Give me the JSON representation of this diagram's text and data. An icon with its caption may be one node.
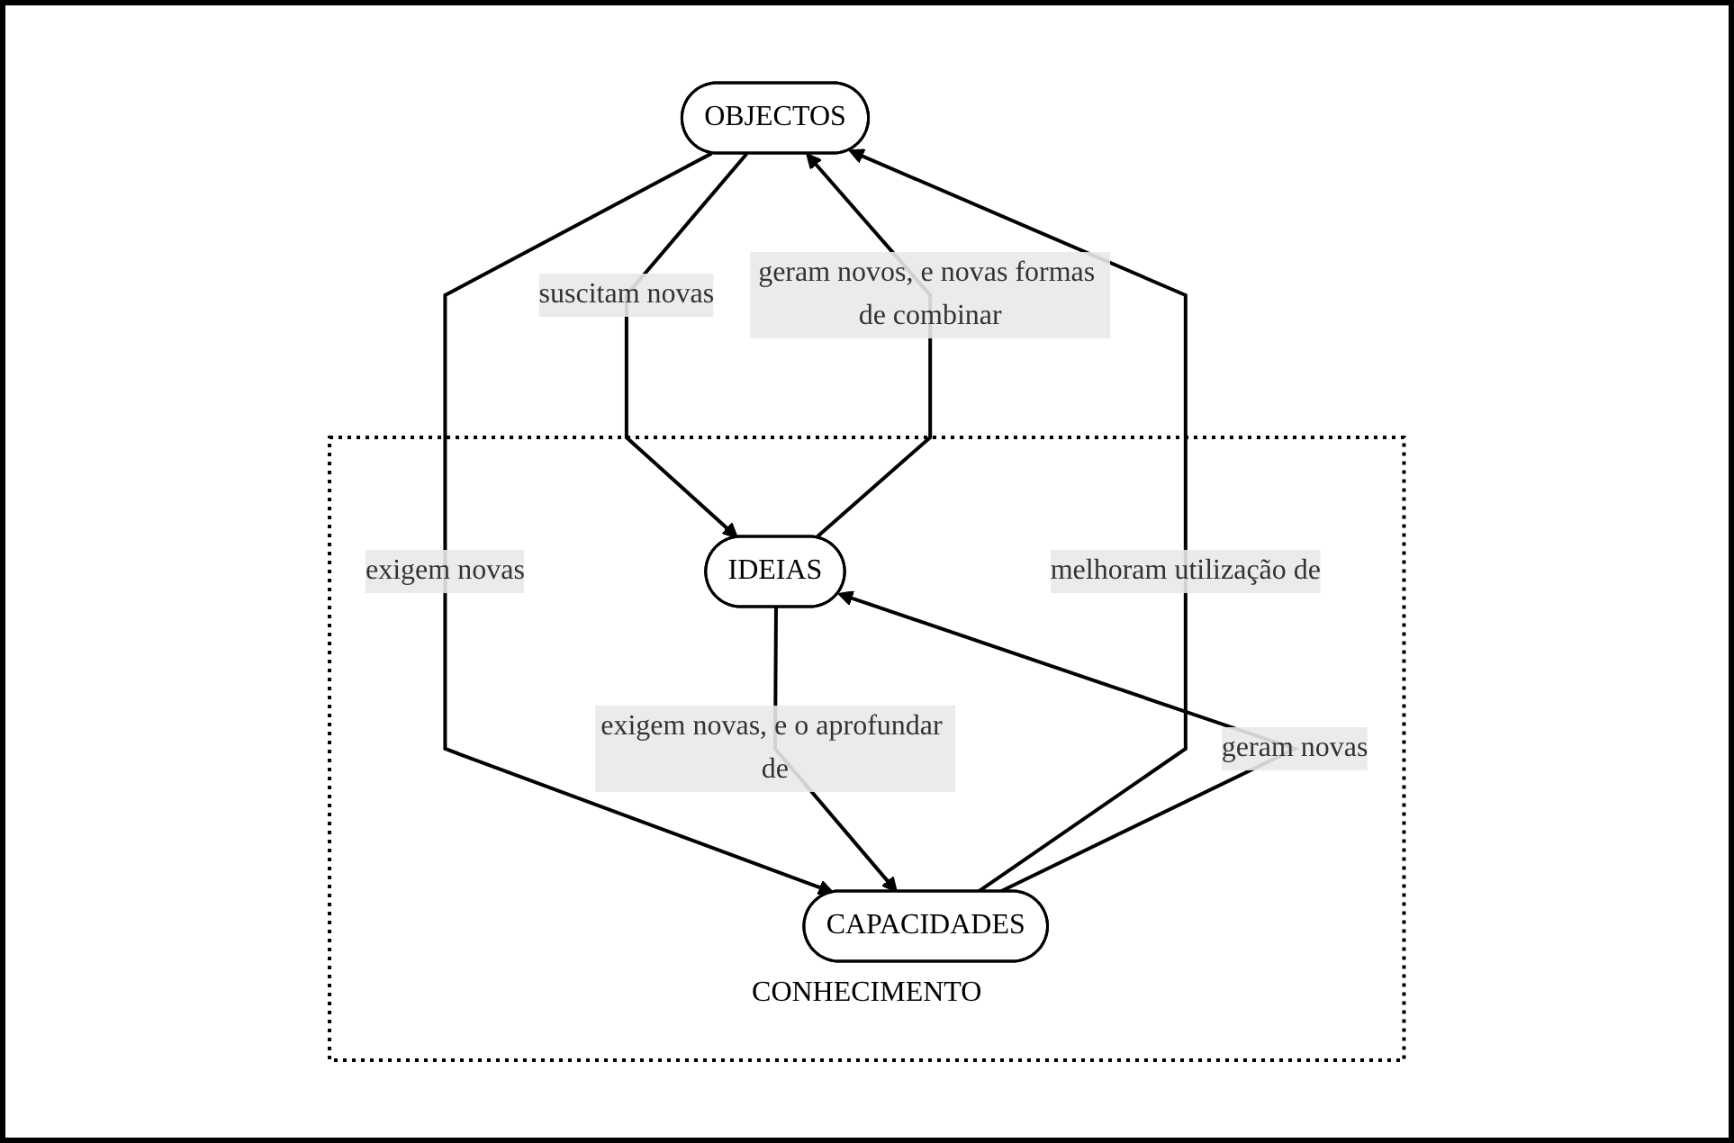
{
  "diagram": {
    "nodes": [
      {
        "text": [
          "OBJECTOS"
        ]
      },
      {
        "text": [
          "CONHECIMENTO"
        ]
      },
      {
        "text": [
          "IDEIAS"
        ],
        "in": 1
      },
      {
        "text": [
          "CAPACIDADES"
        ],
        "in": 1
      }
    ],
    "edges": [
      {
        "from": 2,
        "to": 0,
        "arrow": "to",
        "label": "geram novos, e novas formas de combinar"
      },
      {
        "from": 0,
        "to": 2,
        "arrow": "to",
        "label": "suscitam novas"
      },
      {
        "from": 0,
        "to": 3,
        "arrow": "to",
        "label": "exigem novas"
      },
      {
        "from": 3,
        "to": 0,
        "arrow": "to",
        "label": "melhoram utilização de"
      },
      {
        "from": 3,
        "to": 2,
        "arrow": "to",
        "label": "geram novas"
      },
      {
        "from": 2,
        "to": 3,
        "arrow": "to",
        "label": "exigem novas, e o aprofundar de"
      }
    ]
  }
}
